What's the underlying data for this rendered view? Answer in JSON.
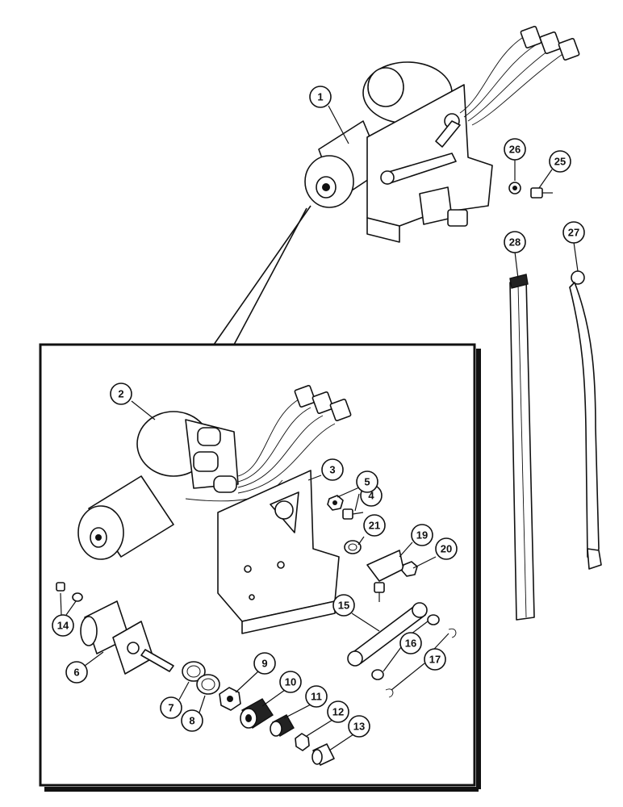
{
  "callouts": [
    {
      "id": "c1",
      "label": "1"
    },
    {
      "id": "c2",
      "label": "2"
    },
    {
      "id": "c3",
      "label": "3"
    },
    {
      "id": "c4",
      "label": "4"
    },
    {
      "id": "c5",
      "label": "5"
    },
    {
      "id": "c6",
      "label": "6"
    },
    {
      "id": "c7",
      "label": "7"
    },
    {
      "id": "c8",
      "label": "8"
    },
    {
      "id": "c9",
      "label": "9"
    },
    {
      "id": "c10",
      "label": "10"
    },
    {
      "id": "c11",
      "label": "11"
    },
    {
      "id": "c12",
      "label": "12"
    },
    {
      "id": "c13",
      "label": "13"
    },
    {
      "id": "c14",
      "label": "14"
    },
    {
      "id": "c15",
      "label": "15"
    },
    {
      "id": "c16",
      "label": "16"
    },
    {
      "id": "c17",
      "label": "17"
    },
    {
      "id": "c19",
      "label": "19"
    },
    {
      "id": "c20",
      "label": "20"
    },
    {
      "id": "c21",
      "label": "21"
    },
    {
      "id": "c25",
      "label": "25"
    },
    {
      "id": "c26",
      "label": "26"
    },
    {
      "id": "c27",
      "label": "27"
    },
    {
      "id": "c28",
      "label": "28"
    }
  ]
}
